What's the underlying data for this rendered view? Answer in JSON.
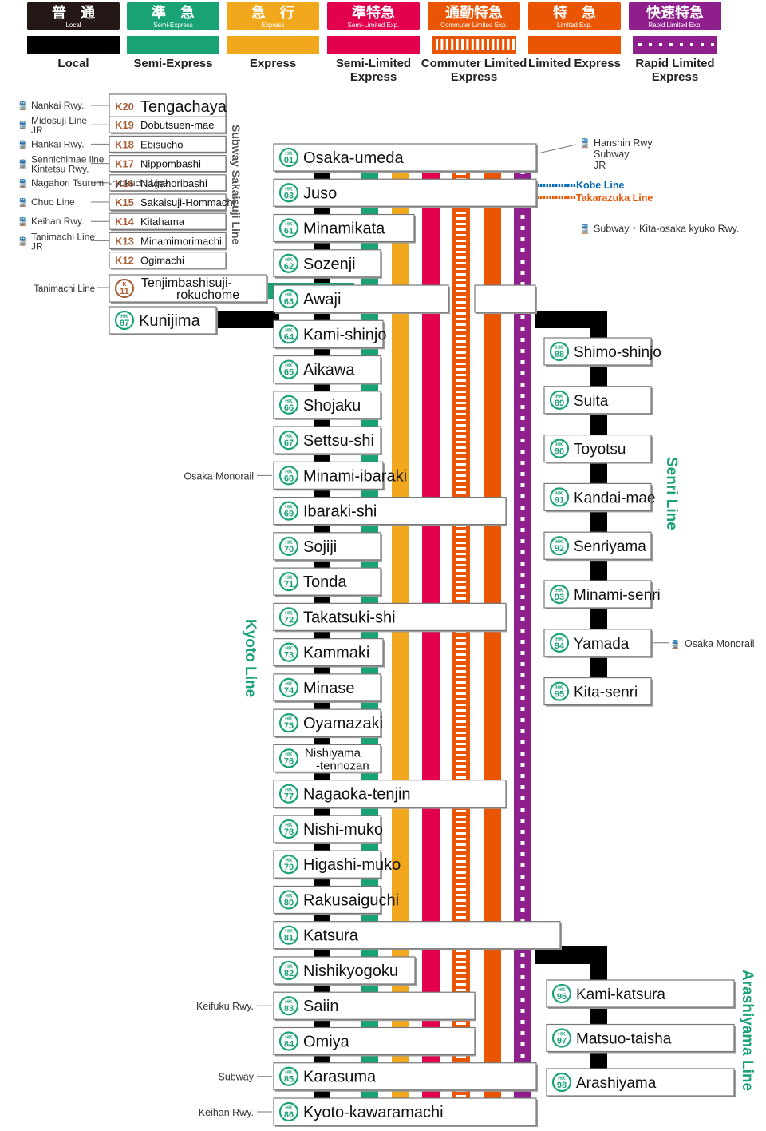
{
  "legend": [
    {
      "jp": "普　通",
      "en": "Local",
      "label": "Local",
      "color": "#000000",
      "pattern": "solid"
    },
    {
      "jp": "準　急",
      "en": "Semi-Express",
      "label": "Semi-Express",
      "color": "#1aa277",
      "pattern": "solid"
    },
    {
      "jp": "急　行",
      "en": "Express",
      "label": "Express",
      "color": "#f2a81d",
      "pattern": "solid"
    },
    {
      "jp": "準特急",
      "en": "Semi-Limited Exp.",
      "label": "Semi-Limited Express",
      "color": "#e2004f",
      "pattern": "solid"
    },
    {
      "jp": "通勤特急",
      "en": "Commuter Limited Exp.",
      "label": "Commuter Limited Express",
      "color": "#ea5504",
      "pattern": "ladder"
    },
    {
      "jp": "特　急",
      "en": "Limited Exp.",
      "label": "Limited Express",
      "color": "#ea5504",
      "pattern": "solid"
    },
    {
      "jp": "快速特急",
      "en": "Rapid Limited Exp.",
      "label": "Rapid Limited Express",
      "color": "#8f1f8c",
      "pattern": "dotted"
    }
  ],
  "colors": {
    "header_red": "#e50012",
    "header_black": "#231815",
    "kyoto_green": "#1aa277",
    "subway_brown": "#a9603a",
    "kobe_blue": "#0068b7",
    "takarazuka_orange": "#ea5504",
    "gray_text": "#333333"
  },
  "line_names": {
    "kyoto": "Kyoto Line",
    "senri": "Senri Line",
    "arashiyama": "Arashiyama Line",
    "sakaisuji": "Subway Sakaisuji Line",
    "kobe": "Kobe Line",
    "takarazuka": "Takarazuka Line"
  },
  "subway_stations": [
    {
      "code": "K20",
      "name": "Tengachaya",
      "transfer": "Nankai Rwy."
    },
    {
      "code": "K19",
      "name": "Dobutsuen-mae",
      "transfer": "Midosuji Line / JR"
    },
    {
      "code": "K18",
      "name": "Ebisucho",
      "transfer": "Hankai Rwy."
    },
    {
      "code": "K17",
      "name": "Nippombashi",
      "transfer": "Sennichimae line / Kintetsu Rwy."
    },
    {
      "code": "K16",
      "name": "Nagahoribashi",
      "transfer": "Nagahori Tsurumi -ryokuchi Line"
    },
    {
      "code": "K15",
      "name": "Sakaisuji-Hommachi",
      "transfer": "Chuo Line"
    },
    {
      "code": "K14",
      "name": "Kitahama",
      "transfer": "Keihan Rwy."
    },
    {
      "code": "K13",
      "name": "Minamimorimachi",
      "transfer": "Tanimachi Line / JR"
    },
    {
      "code": "K12",
      "name": "Ogimachi",
      "transfer": ""
    }
  ],
  "tenjin": {
    "code_k": "K",
    "code_n": "11",
    "name": "Tenjimbashisuji-rokuchome",
    "name_1": "Tenjimbashisuji-",
    "name_2": "rokuchome",
    "transfer": "Tanimachi Line"
  },
  "main_stations": [
    {
      "num": "01",
      "name": "Osaka-umeda",
      "transfer": "Hanshin Rwy. / Subway / JR",
      "stops": [
        1,
        1,
        1,
        1,
        1,
        1,
        1
      ]
    },
    {
      "num": "03",
      "name": "Juso",
      "transfer": "",
      "stops": [
        1,
        1,
        1,
        1,
        1,
        1,
        1
      ]
    },
    {
      "num": "61",
      "name": "Minamikata",
      "transfer": "Subway・Kita-osaka kyuko Rwy.",
      "stops": [
        1,
        1,
        1,
        0,
        0,
        0,
        0
      ]
    },
    {
      "num": "62",
      "name": "Sozenji",
      "transfer": "",
      "stops": [
        1,
        0,
        0,
        0,
        0,
        0,
        0
      ]
    },
    {
      "num": "63",
      "name": "Awaji",
      "transfer": "",
      "stops": [
        1,
        1,
        1,
        1,
        1,
        0,
        0
      ]
    },
    {
      "num": "64",
      "name": "Kami-shinjo",
      "transfer": "",
      "stops": [
        1,
        1,
        0,
        0,
        0,
        0,
        0
      ]
    },
    {
      "num": "65",
      "name": "Aikawa",
      "transfer": "",
      "stops": [
        1,
        0,
        0,
        0,
        0,
        0,
        0
      ]
    },
    {
      "num": "66",
      "name": "Shojaku",
      "transfer": "",
      "stops": [
        1,
        0,
        0,
        0,
        0,
        0,
        0
      ]
    },
    {
      "num": "67",
      "name": "Settsu-shi",
      "transfer": "",
      "stops": [
        1,
        0,
        0,
        0,
        0,
        0,
        0
      ]
    },
    {
      "num": "68",
      "name": "Minami-ibaraki",
      "transfer": "Osaka Monorail",
      "stops": [
        1,
        1,
        0,
        0,
        0,
        0,
        0
      ]
    },
    {
      "num": "69",
      "name": "Ibaraki-shi",
      "transfer": "",
      "stops": [
        1,
        1,
        1,
        1,
        1,
        1,
        0
      ]
    },
    {
      "num": "70",
      "name": "Sojiji",
      "transfer": "",
      "stops": [
        1,
        0,
        0,
        0,
        0,
        0,
        0
      ]
    },
    {
      "num": "71",
      "name": "Tonda",
      "transfer": "",
      "stops": [
        1,
        0,
        0,
        0,
        0,
        0,
        0
      ]
    },
    {
      "num": "72",
      "name": "Takatsuki-shi",
      "transfer": "",
      "stops": [
        1,
        1,
        1,
        1,
        1,
        1,
        0
      ]
    },
    {
      "num": "73",
      "name": "Kammaki",
      "transfer": "",
      "stops": [
        1,
        1,
        0,
        0,
        0,
        0,
        0
      ]
    },
    {
      "num": "74",
      "name": "Minase",
      "transfer": "",
      "stops": [
        1,
        0,
        0,
        0,
        0,
        0,
        0
      ]
    },
    {
      "num": "75",
      "name": "Oyamazaki",
      "transfer": "",
      "stops": [
        1,
        0,
        0,
        0,
        0,
        0,
        0
      ]
    },
    {
      "num": "76",
      "name": "Nishiyama-tennozan",
      "name_1": "Nishiyama",
      "name_2": "-tennozan",
      "transfer": "",
      "stops": [
        1,
        0,
        0,
        0,
        0,
        0,
        0
      ]
    },
    {
      "num": "77",
      "name": "Nagaoka-tenjin",
      "transfer": "",
      "stops": [
        1,
        1,
        1,
        1,
        1,
        1,
        0
      ]
    },
    {
      "num": "78",
      "name": "Nishi-muko",
      "transfer": "",
      "stops": [
        1,
        0,
        0,
        0,
        0,
        0,
        0
      ]
    },
    {
      "num": "79",
      "name": "Higashi-muko",
      "transfer": "",
      "stops": [
        1,
        0,
        0,
        0,
        0,
        0,
        0
      ]
    },
    {
      "num": "80",
      "name": "Rakusaiguchi",
      "transfer": "",
      "stops": [
        1,
        0,
        0,
        0,
        0,
        0,
        0
      ]
    },
    {
      "num": "81",
      "name": "Katsura",
      "transfer": "",
      "stops": [
        1,
        1,
        1,
        1,
        1,
        1,
        1
      ]
    },
    {
      "num": "82",
      "name": "Nishikyogoku",
      "transfer": "",
      "stops": [
        1,
        1,
        0,
        0,
        0,
        0,
        0
      ]
    },
    {
      "num": "83",
      "name": "Saiin",
      "transfer": "Keifuku Rwy.",
      "stops": [
        1,
        1,
        1,
        1,
        1,
        0,
        0
      ]
    },
    {
      "num": "84",
      "name": "Omiya",
      "transfer": "",
      "stops": [
        1,
        1,
        1,
        1,
        1,
        0,
        0
      ]
    },
    {
      "num": "85",
      "name": "Karasuma",
      "transfer": "Subway",
      "stops": [
        1,
        1,
        1,
        1,
        1,
        1,
        1
      ]
    },
    {
      "num": "86",
      "name": "Kyoto-kawaramachi",
      "transfer": "Keihan Rwy.",
      "stops": [
        1,
        1,
        1,
        1,
        1,
        1,
        1
      ]
    }
  ],
  "kunijima": {
    "num": "87",
    "name": "Kunijima"
  },
  "senri_stations": [
    {
      "num": "88",
      "name": "Shimo-shinjo",
      "transfer": ""
    },
    {
      "num": "89",
      "name": "Suita",
      "transfer": ""
    },
    {
      "num": "90",
      "name": "Toyotsu",
      "transfer": ""
    },
    {
      "num": "91",
      "name": "Kandai-mae",
      "transfer": ""
    },
    {
      "num": "92",
      "name": "Senriyama",
      "transfer": ""
    },
    {
      "num": "93",
      "name": "Minami-senri",
      "transfer": ""
    },
    {
      "num": "94",
      "name": "Yamada",
      "transfer": "Osaka Monorail"
    },
    {
      "num": "95",
      "name": "Kita-senri",
      "transfer": ""
    }
  ],
  "arashiyama_stations": [
    {
      "num": "96",
      "name": "Kami-katsura"
    },
    {
      "num": "97",
      "name": "Matsuo-taisha"
    },
    {
      "num": "98",
      "name": "Arashiyama"
    }
  ],
  "hk_prefix": "HK"
}
